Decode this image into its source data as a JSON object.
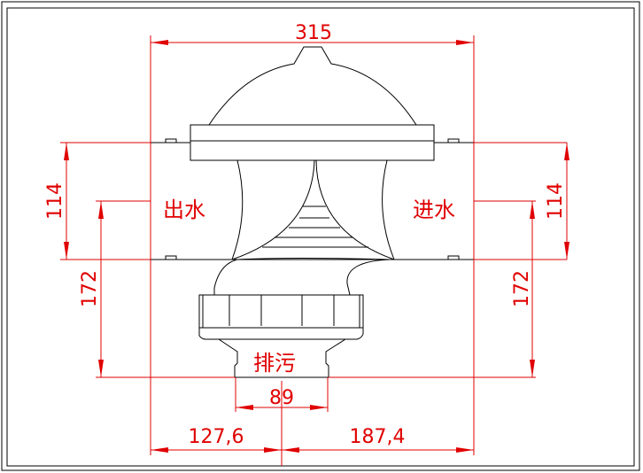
{
  "dimensions": {
    "overall_width": "315",
    "left_114": "114",
    "right_114": "114",
    "left_172": "172",
    "right_172": "172",
    "drain_width": "89",
    "left_offset": "127,6",
    "right_offset": "187,4"
  },
  "labels": {
    "outlet": "出水",
    "inlet": "进水",
    "drain": "排污"
  },
  "colors": {
    "dimension": "#e00000",
    "outline": "#000000"
  }
}
